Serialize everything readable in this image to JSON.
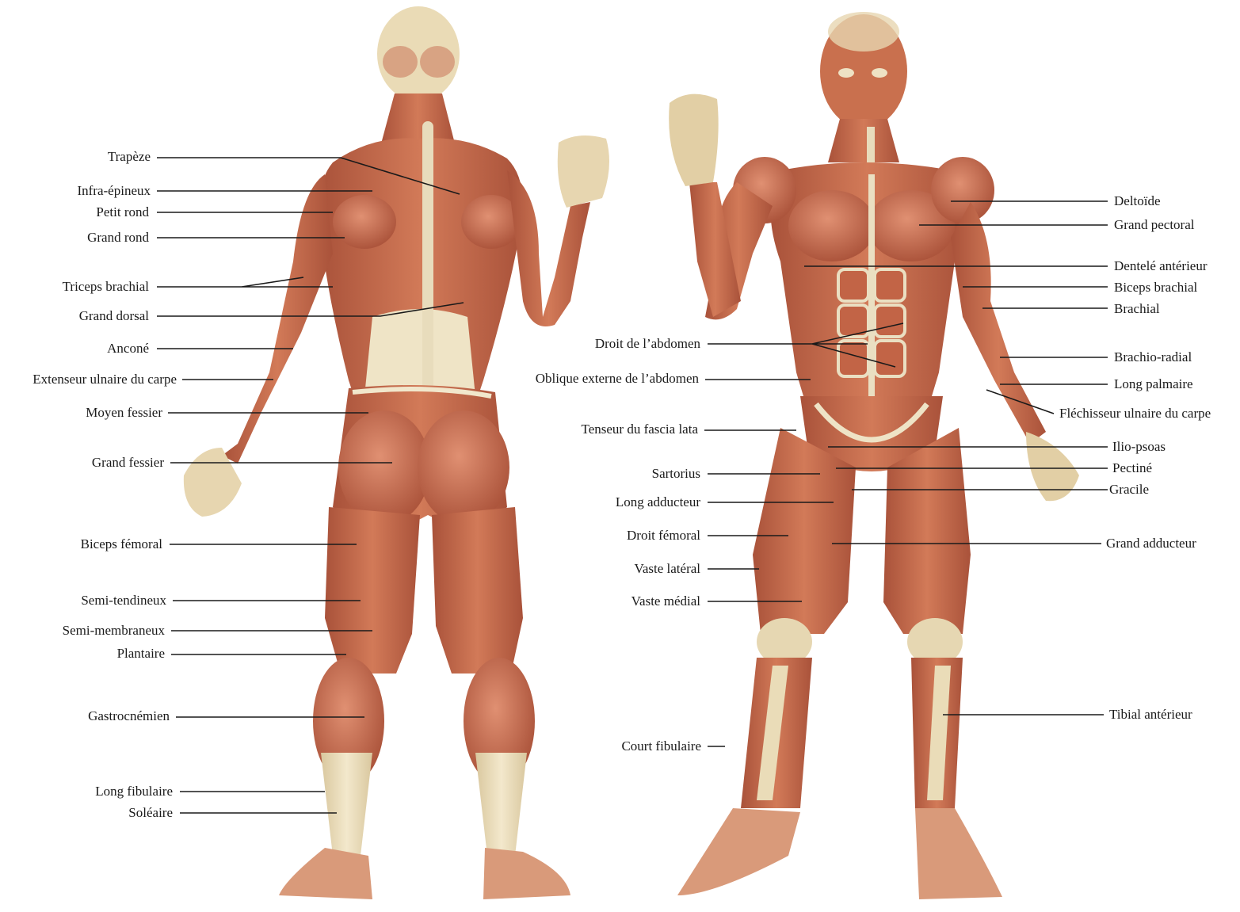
{
  "colors": {
    "muscle": "#c96a4a",
    "muscle_dark": "#9c4530",
    "tendon": "#e8d9b5",
    "skin": "#efe2c2",
    "leader_line": "#1a1a1a",
    "text": "#1a1a1a",
    "background": "#ffffff"
  },
  "posterior_view": {
    "labels": [
      "Trapèze",
      "Infra-épineux",
      "Petit rond",
      "Grand rond",
      "Triceps brachial",
      "Grand dorsal",
      "Anconé",
      "Extenseur ulnaire du carpe",
      "Moyen fessier",
      "Grand fessier",
      "Biceps fémoral",
      "Semi-tendineux",
      "Semi-membraneux",
      "Plantaire",
      "Gastrocnémien",
      "Long fibulaire",
      "Soléaire"
    ]
  },
  "anterior_view": {
    "left_labels": [
      "Droit de l’abdomen",
      "Oblique externe de l’abdomen",
      "Tenseur du fascia lata",
      "Sartorius",
      "Long adducteur",
      "Droit fémoral",
      "Vaste latéral",
      "Vaste médial",
      "Court fibulaire"
    ],
    "right_labels": [
      "Deltoïde",
      "Grand pectoral",
      "Dentelé antérieur",
      "Biceps brachial",
      "Brachial",
      "Brachio-radial",
      "Long palmaire",
      "Fléchisseur ulnaire du carpe",
      "Ilio-psoas",
      "Pectiné",
      "Gracile",
      "Grand adducteur",
      "Tibial antérieur"
    ]
  }
}
